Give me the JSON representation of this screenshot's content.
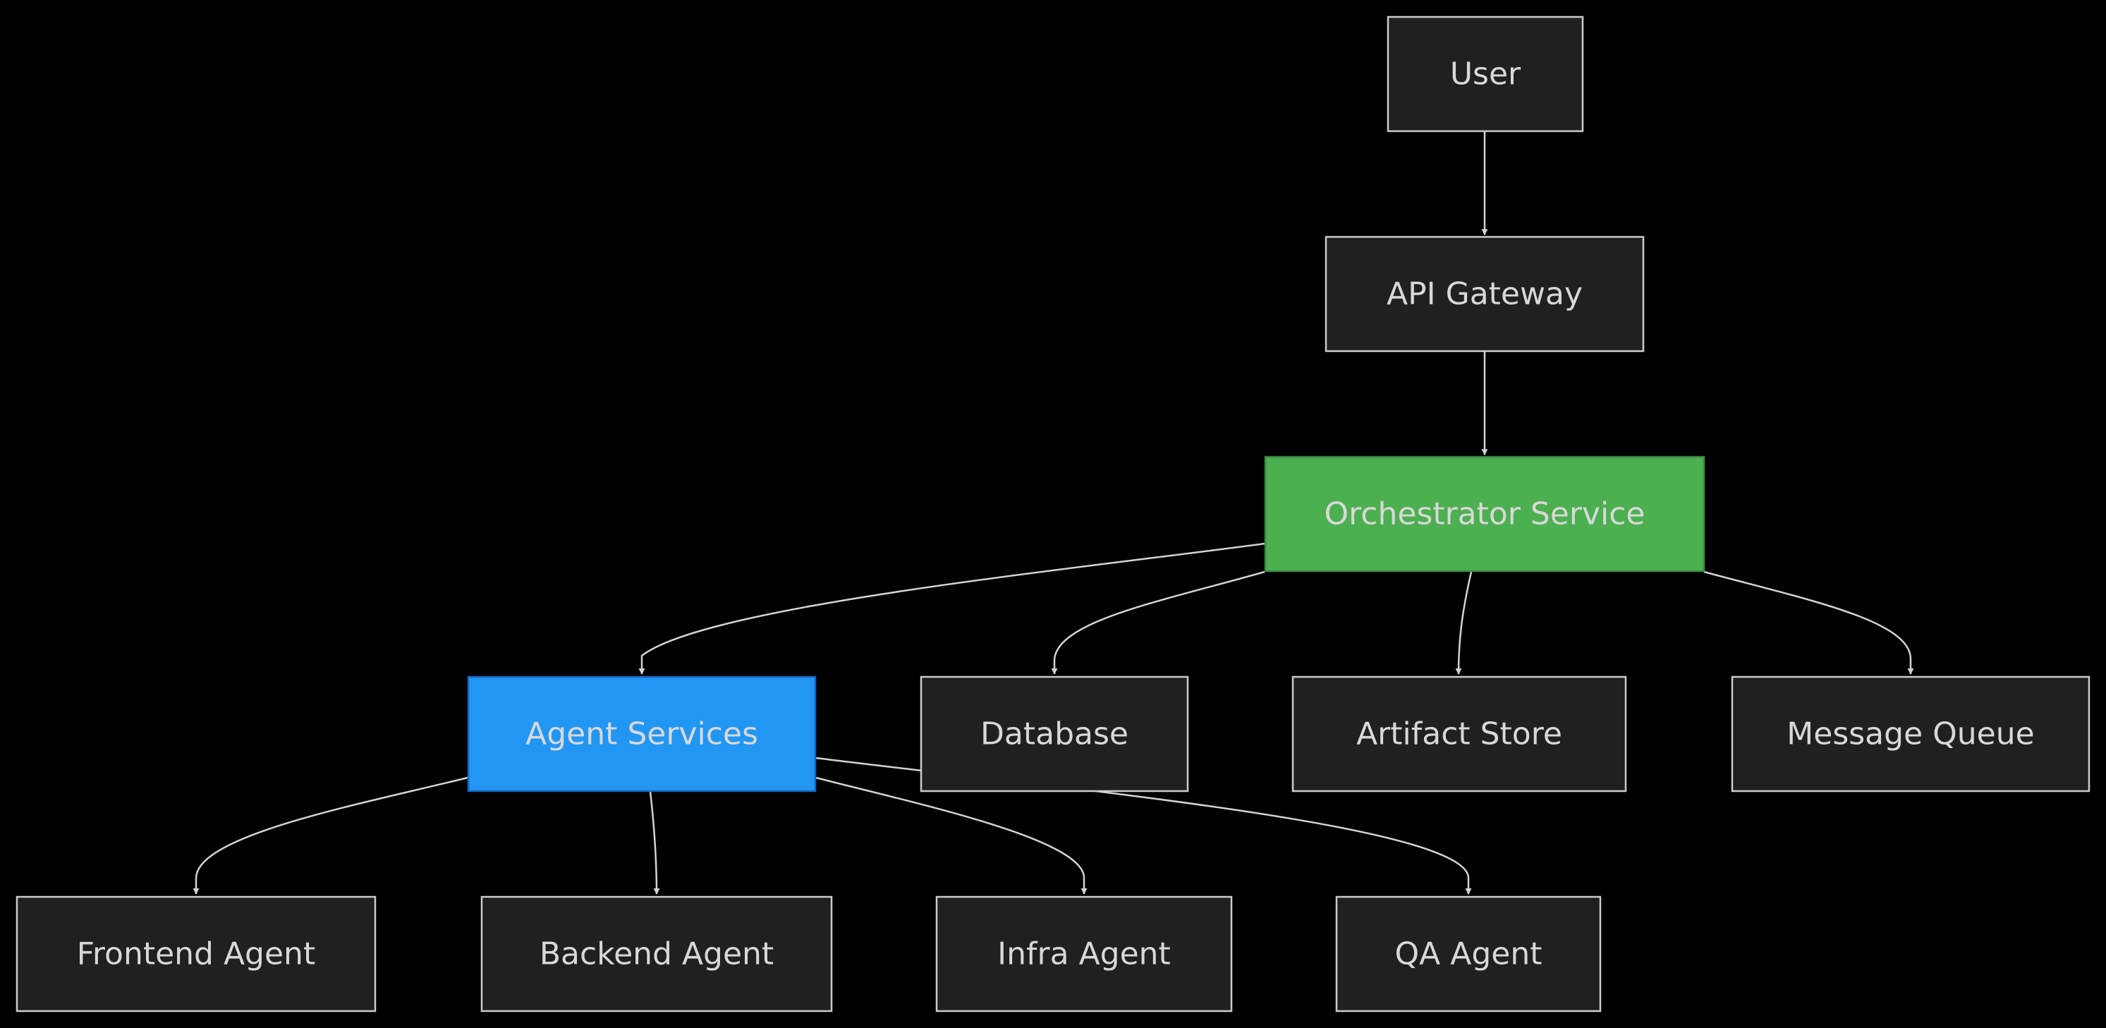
{
  "nodes": {
    "user": "User",
    "api_gateway": "API Gateway",
    "orchestrator": "Orchestrator Service",
    "agent_services": "Agent Services",
    "database": "Database",
    "artifact_store": "Artifact Store",
    "message_queue": "Message Queue",
    "frontend_agent": "Frontend Agent",
    "backend_agent": "Backend Agent",
    "infra_agent": "Infra Agent",
    "qa_agent": "QA Agent"
  },
  "edges": [
    {
      "from": "user",
      "to": "api_gateway"
    },
    {
      "from": "api_gateway",
      "to": "orchestrator"
    },
    {
      "from": "orchestrator",
      "to": "agent_services"
    },
    {
      "from": "orchestrator",
      "to": "database"
    },
    {
      "from": "orchestrator",
      "to": "artifact_store"
    },
    {
      "from": "orchestrator",
      "to": "message_queue"
    },
    {
      "from": "agent_services",
      "to": "frontend_agent"
    },
    {
      "from": "agent_services",
      "to": "backend_agent"
    },
    {
      "from": "agent_services",
      "to": "infra_agent"
    },
    {
      "from": "agent_services",
      "to": "qa_agent"
    }
  ],
  "colors": {
    "background": "#000000",
    "node_fill": "#1f2020",
    "node_stroke": "#cccccc",
    "orchestrator_fill": "#4caf50",
    "agent_services_fill": "#2196f3",
    "edge": "#d3d3d3",
    "text": "#d8d8d8"
  }
}
